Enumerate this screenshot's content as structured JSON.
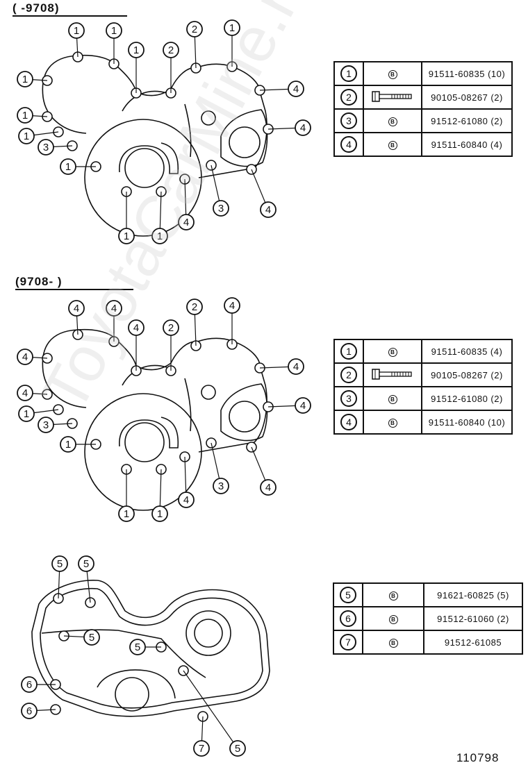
{
  "headers": {
    "top_range": "(     -9708)",
    "middle_range": "(9708-      )"
  },
  "watermark": "ToyotaCarMine.ru",
  "figure_number": "110798",
  "tables": [
    {
      "rows": [
        {
          "num": "1",
          "icon": "bolt-b-icon",
          "pn": "91511-60835 (10)"
        },
        {
          "num": "2",
          "icon": "long-bolt-icon",
          "pn": "90105-08267 (2)"
        },
        {
          "num": "3",
          "icon": "bolt-b-icon",
          "pn": "91512-61080 (2)"
        },
        {
          "num": "4",
          "icon": "bolt-b-icon",
          "pn": "91511-60840 (4)"
        }
      ]
    },
    {
      "rows": [
        {
          "num": "1",
          "icon": "bolt-b-icon",
          "pn": "91511-60835 (4)"
        },
        {
          "num": "2",
          "icon": "long-bolt-icon",
          "pn": "90105-08267 (2)"
        },
        {
          "num": "3",
          "icon": "bolt-b-icon",
          "pn": "91512-61080 (2)"
        },
        {
          "num": "4",
          "icon": "bolt-b-icon",
          "pn": "91511-60840 (10)"
        }
      ]
    },
    {
      "rows": [
        {
          "num": "5",
          "icon": "bolt-b-icon",
          "pn": "91621-60825 (5)"
        },
        {
          "num": "6",
          "icon": "bolt-b-icon",
          "pn": "91512-61060 (2)"
        },
        {
          "num": "7",
          "icon": "bolt-b-icon",
          "pn": "91512-61085"
        }
      ]
    }
  ],
  "bolt_letter": "B",
  "diagrams": {
    "cover_a": [
      "1",
      "1",
      "1",
      "2",
      "2",
      "1",
      "4",
      "4",
      "4",
      "1",
      "1",
      "3",
      "1",
      "1",
      "1",
      "1",
      "3",
      "4"
    ],
    "cover_b": [
      "4",
      "4",
      "4",
      "2",
      "2",
      "4",
      "4",
      "4",
      "4",
      "4",
      "4",
      "3",
      "1",
      "1",
      "1",
      "1",
      "3",
      "4"
    ],
    "gasket": [
      "5",
      "5",
      "5",
      "5",
      "5",
      "6",
      "6",
      "7"
    ]
  }
}
